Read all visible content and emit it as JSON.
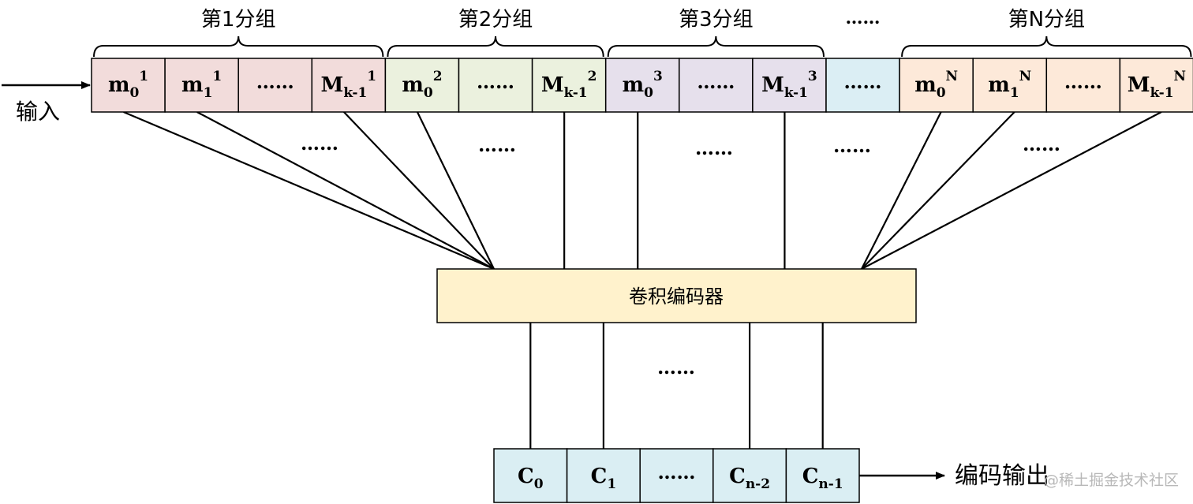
{
  "input_label": "输入",
  "output_label": "编码输出",
  "encoder_label": "卷积编码器",
  "ellipsis": "……",
  "watermark": "@稀土掘金技术社区",
  "colors": {
    "group1": "#f2dcdb",
    "group2": "#ebf1de",
    "group3": "#e6e0ec",
    "gap": "#dbeef4",
    "groupN": "#fde9d9",
    "encoder": "#fff2cc",
    "output": "#daeef3",
    "stroke": "#000000"
  },
  "groups": [
    {
      "label": "第1分组",
      "color": "group1",
      "cells": [
        {
          "base": "m",
          "sub": "0",
          "sup": "1"
        },
        {
          "base": "m",
          "sub": "1",
          "sup": "1"
        },
        {
          "base": "……",
          "sub": "",
          "sup": ""
        },
        {
          "base": "M",
          "sub": "k-1",
          "sup": "1"
        }
      ]
    },
    {
      "label": "第2分组",
      "color": "group2",
      "cells": [
        {
          "base": "m",
          "sub": "0",
          "sup": "2"
        },
        {
          "base": "……",
          "sub": "",
          "sup": ""
        },
        {
          "base": "M",
          "sub": "k-1",
          "sup": "2"
        }
      ]
    },
    {
      "label": "第3分组",
      "color": "group3",
      "cells": [
        {
          "base": "m",
          "sub": "0",
          "sup": "3"
        },
        {
          "base": "……",
          "sub": "",
          "sup": ""
        },
        {
          "base": "M",
          "sub": "k-1",
          "sup": "3"
        }
      ]
    },
    {
      "label": "……",
      "color": "gap",
      "cells": [
        {
          "base": "……",
          "sub": "",
          "sup": ""
        }
      ]
    },
    {
      "label": "第N分组",
      "color": "groupN",
      "cells": [
        {
          "base": "m",
          "sub": "0",
          "sup": "N"
        },
        {
          "base": "m",
          "sub": "1",
          "sup": "N"
        },
        {
          "base": "……",
          "sub": "",
          "sup": ""
        },
        {
          "base": "M",
          "sub": "k-1",
          "sup": "N"
        }
      ]
    }
  ],
  "outputs": [
    {
      "base": "C",
      "sub": "0"
    },
    {
      "base": "C",
      "sub": "1"
    },
    {
      "base": "……",
      "sub": ""
    },
    {
      "base": "C",
      "sub": "n-2"
    },
    {
      "base": "C",
      "sub": "n-1"
    }
  ]
}
